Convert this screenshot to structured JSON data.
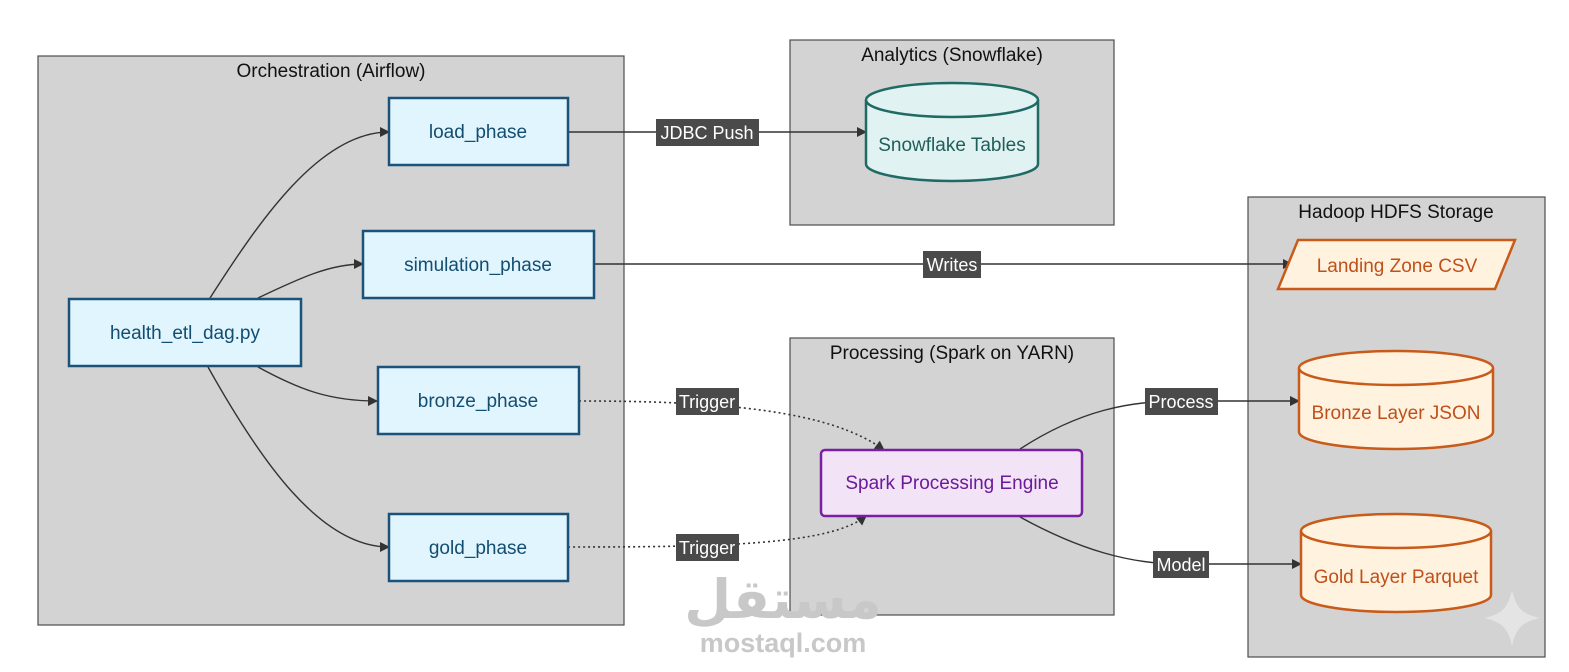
{
  "clusters": {
    "orchestration": "Orchestration (Airflow)",
    "analytics": "Analytics (Snowflake)",
    "processing": "Processing (Spark on YARN)",
    "storage": "Hadoop HDFS Storage"
  },
  "nodes": {
    "dag": "health_etl_dag.py",
    "load": "load_phase",
    "simulation": "simulation_phase",
    "bronze": "bronze_phase",
    "gold": "gold_phase",
    "snowflake": "Snowflake Tables",
    "spark": "Spark Processing Engine",
    "landing": "Landing Zone CSV",
    "bronze_layer": "Bronze Layer JSON",
    "gold_layer": "Gold Layer Parquet"
  },
  "edge_labels": {
    "jdbc": "JDBC Push",
    "writes": "Writes",
    "trigger_bronze": "Trigger",
    "trigger_gold": "Trigger",
    "process": "Process",
    "model": "Model"
  },
  "watermark": {
    "arabic": "مستقل",
    "latin": "mostaql.com"
  },
  "colors": {
    "phase_fill": "#e1f5fe",
    "phase_stroke": "#1a5279",
    "spark_fill": "#f3e3f6",
    "spark_stroke": "#7b1fa2",
    "snowflake_fill": "#e0f2f1",
    "storage_fill": "#fff3e0",
    "storage_stroke": "#c85a1a",
    "cluster_fill": "#d3d3d3",
    "label_bg": "#4a4a4a"
  }
}
